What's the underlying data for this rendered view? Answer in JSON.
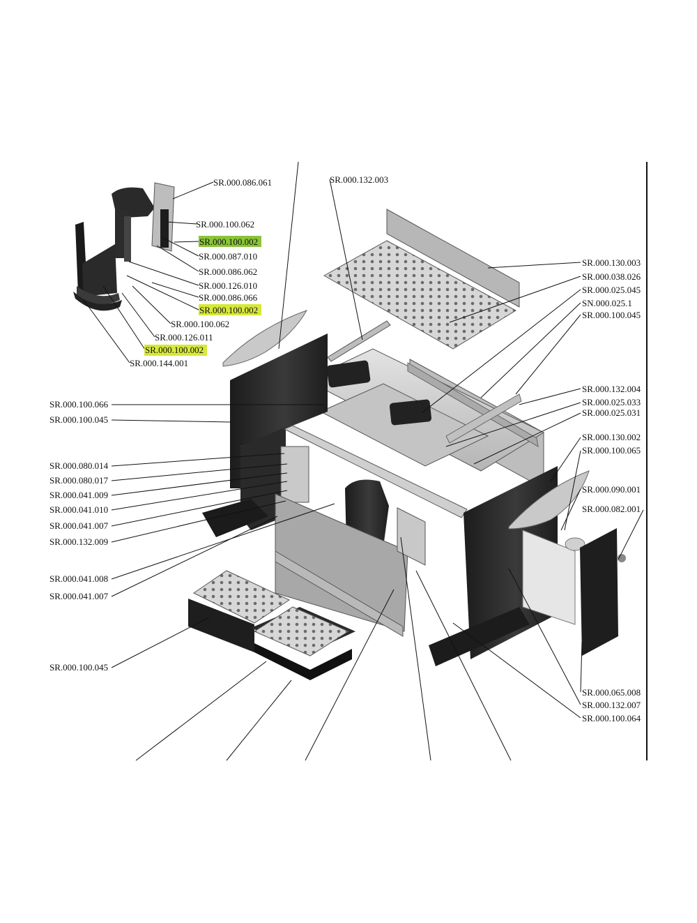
{
  "labels": {
    "l1": "SR.000.086.061",
    "l2": "SR.000.100.062",
    "l3": "SR.000.100.002",
    "l4": "SR.000.087.010",
    "l5": "SR.000.086.062",
    "l6": "SR.000.126.010",
    "l7": "SR.000.086.066",
    "l8": "SR.000.100.002",
    "l9": "SR.000.100.062",
    "l10": "SR.000.126.011",
    "l11": "SR.000.100.002",
    "l12": "SR.000.144.001",
    "l13": "SR.000.132.003",
    "l14": "SR.000.130.003",
    "l15": "SR.000.038.026",
    "l16": "SR.000.025.045",
    "l17": "SN.000.025.1",
    "l18": "SR.000.100.045",
    "l19": "SR.000.132.004",
    "l20": "SR.000.025.033",
    "l21": "SR.000.025.031",
    "l22": "SR.000.130.002",
    "l23": "SR.000.100.065",
    "l24": "SR.000.090.001",
    "l25": "SR.000.082.001",
    "l26": "SR.000.100.066",
    "l27": "SR.000.100.045",
    "l28": "SR.000.080.014",
    "l29": "SR.000.080.017",
    "l30": "SR.000.041.009",
    "l31": "SR.000.041.010",
    "l32": "SR.000.041.007",
    "l33": "SR.000.132.009",
    "l34": "SR.000.041.008",
    "l35": "SR.000.041.007",
    "l36": "SR.000.100.045",
    "l37": "SR.000.065.008",
    "l38": "SR.000.132.007",
    "l39": "SR.000.100.064"
  },
  "colors": {
    "highlight_yellow": "#d6e83a",
    "highlight_green": "#8ac43a",
    "panel_dark": "#2a2a2a",
    "metal_light": "#cfcfcf",
    "metal_mid": "#a9a9a9"
  }
}
